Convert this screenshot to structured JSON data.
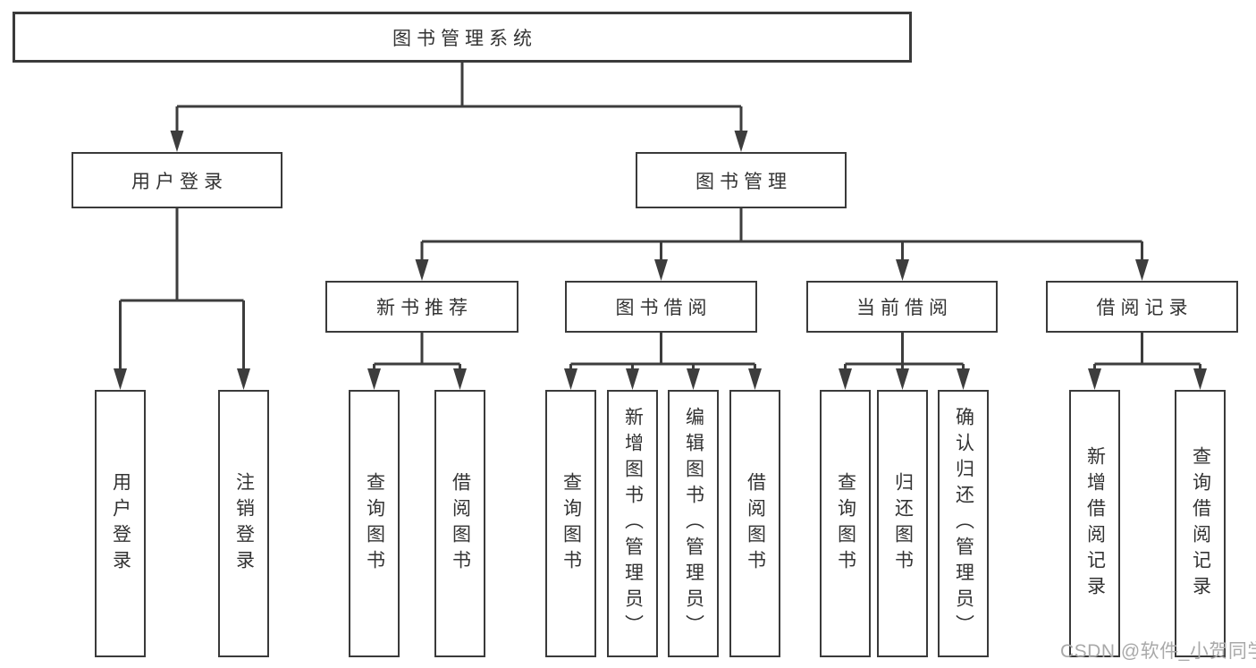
{
  "diagram_title": "图书管理系统",
  "watermark": "CSDN @软件_小贺同学",
  "colors": {
    "line": "#3d3d3d",
    "box_border": "#3a3a3a",
    "text": "#333333",
    "watermark": "#a9a9a9",
    "background": "#ffffff"
  },
  "nodes": {
    "root": {
      "label": "图书管理系统"
    },
    "level2": [
      {
        "label": "用户登录"
      },
      {
        "label": "图书管理"
      }
    ],
    "level3": [
      {
        "label": "新书推荐",
        "parent": "图书管理"
      },
      {
        "label": "图书借阅",
        "parent": "图书管理"
      },
      {
        "label": "当前借阅",
        "parent": "图书管理"
      },
      {
        "label": "借阅记录",
        "parent": "图书管理"
      }
    ],
    "leaves": [
      {
        "label": "用户登录",
        "parent": "用户登录"
      },
      {
        "label": "注销登录",
        "parent": "用户登录"
      },
      {
        "label": "查询图书",
        "parent": "新书推荐"
      },
      {
        "label": "借阅图书",
        "parent": "新书推荐"
      },
      {
        "label": "查询图书",
        "parent": "图书借阅"
      },
      {
        "label": "新增图书（管理员）",
        "parent": "图书借阅"
      },
      {
        "label": "编辑图书（管理员）",
        "parent": "图书借阅"
      },
      {
        "label": "借阅图书",
        "parent": "图书借阅"
      },
      {
        "label": "查询图书",
        "parent": "当前借阅"
      },
      {
        "label": "归还图书",
        "parent": "当前借阅"
      },
      {
        "label": "确认归还（管理员）",
        "parent": "当前借阅"
      },
      {
        "label": "新增借阅记录",
        "parent": "借阅记录"
      },
      {
        "label": "查询借阅记录",
        "parent": "借阅记录"
      }
    ]
  }
}
